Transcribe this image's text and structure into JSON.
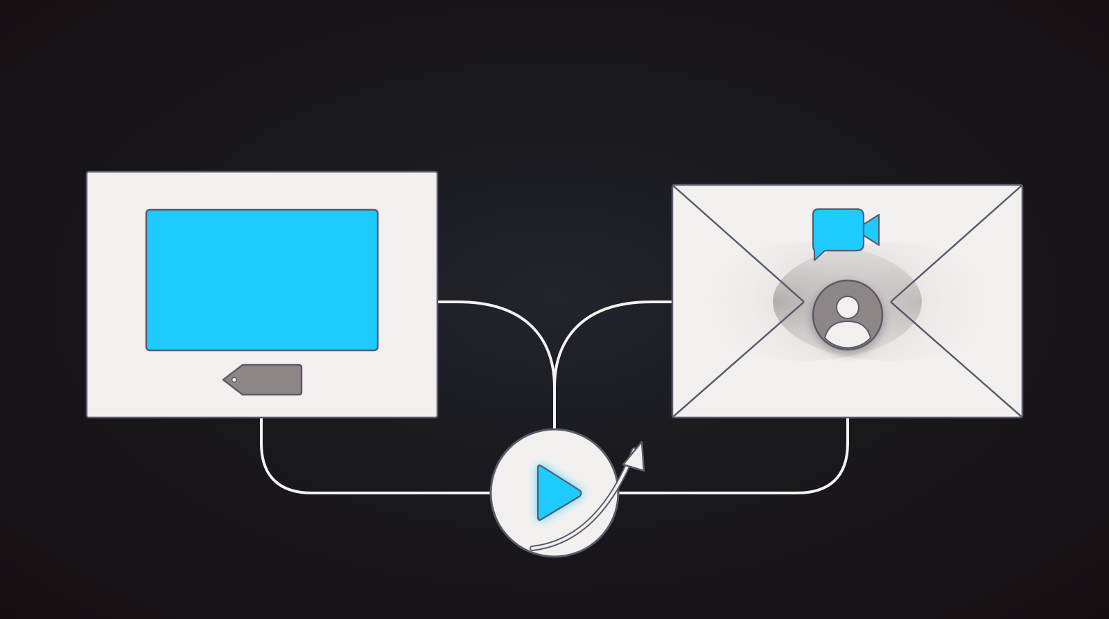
{
  "colors": {
    "background": "#1a1718",
    "panel": "#f2f0ef",
    "panel_outline": "#5a5a6a",
    "accent": "#1ecbff",
    "tag": "#8c8687",
    "connector": "#f5f3f2"
  },
  "nodes": [
    {
      "id": "tv-screen",
      "icon": "tv-screen-icon"
    },
    {
      "id": "price-tag",
      "icon": "price-tag-icon"
    },
    {
      "id": "envelope",
      "icon": "envelope-icon"
    },
    {
      "id": "video-camera",
      "icon": "video-call-icon"
    },
    {
      "id": "avatar",
      "icon": "user-avatar-icon"
    },
    {
      "id": "play-hub",
      "icon": "play-icon"
    },
    {
      "id": "growth-arrow",
      "icon": "arrow-up-right-icon"
    }
  ]
}
